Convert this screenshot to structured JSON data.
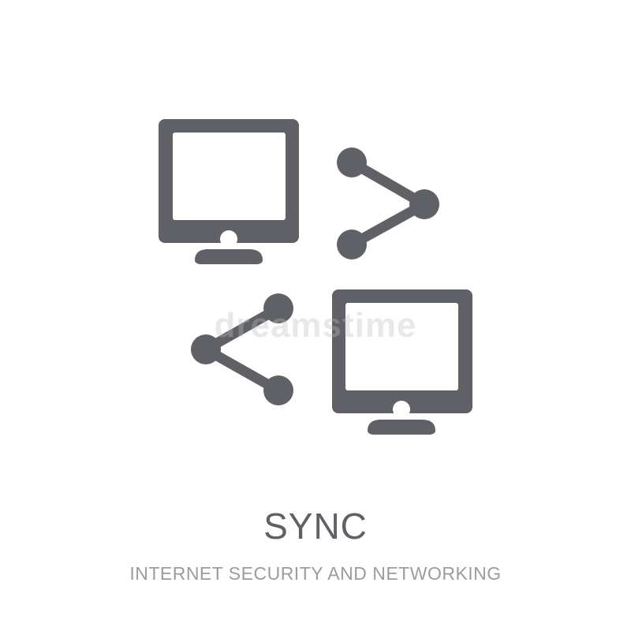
{
  "icon": {
    "name": "sync-icon",
    "color": "#5f6166",
    "screen_color": "#ffffff"
  },
  "watermark": {
    "text": "dreamstime"
  },
  "caption": {
    "title": "SYNC",
    "subtitle": "INTERNET SECURITY AND NETWORKING",
    "title_color": "#5f6166",
    "subtitle_color": "#9a9ca0"
  }
}
